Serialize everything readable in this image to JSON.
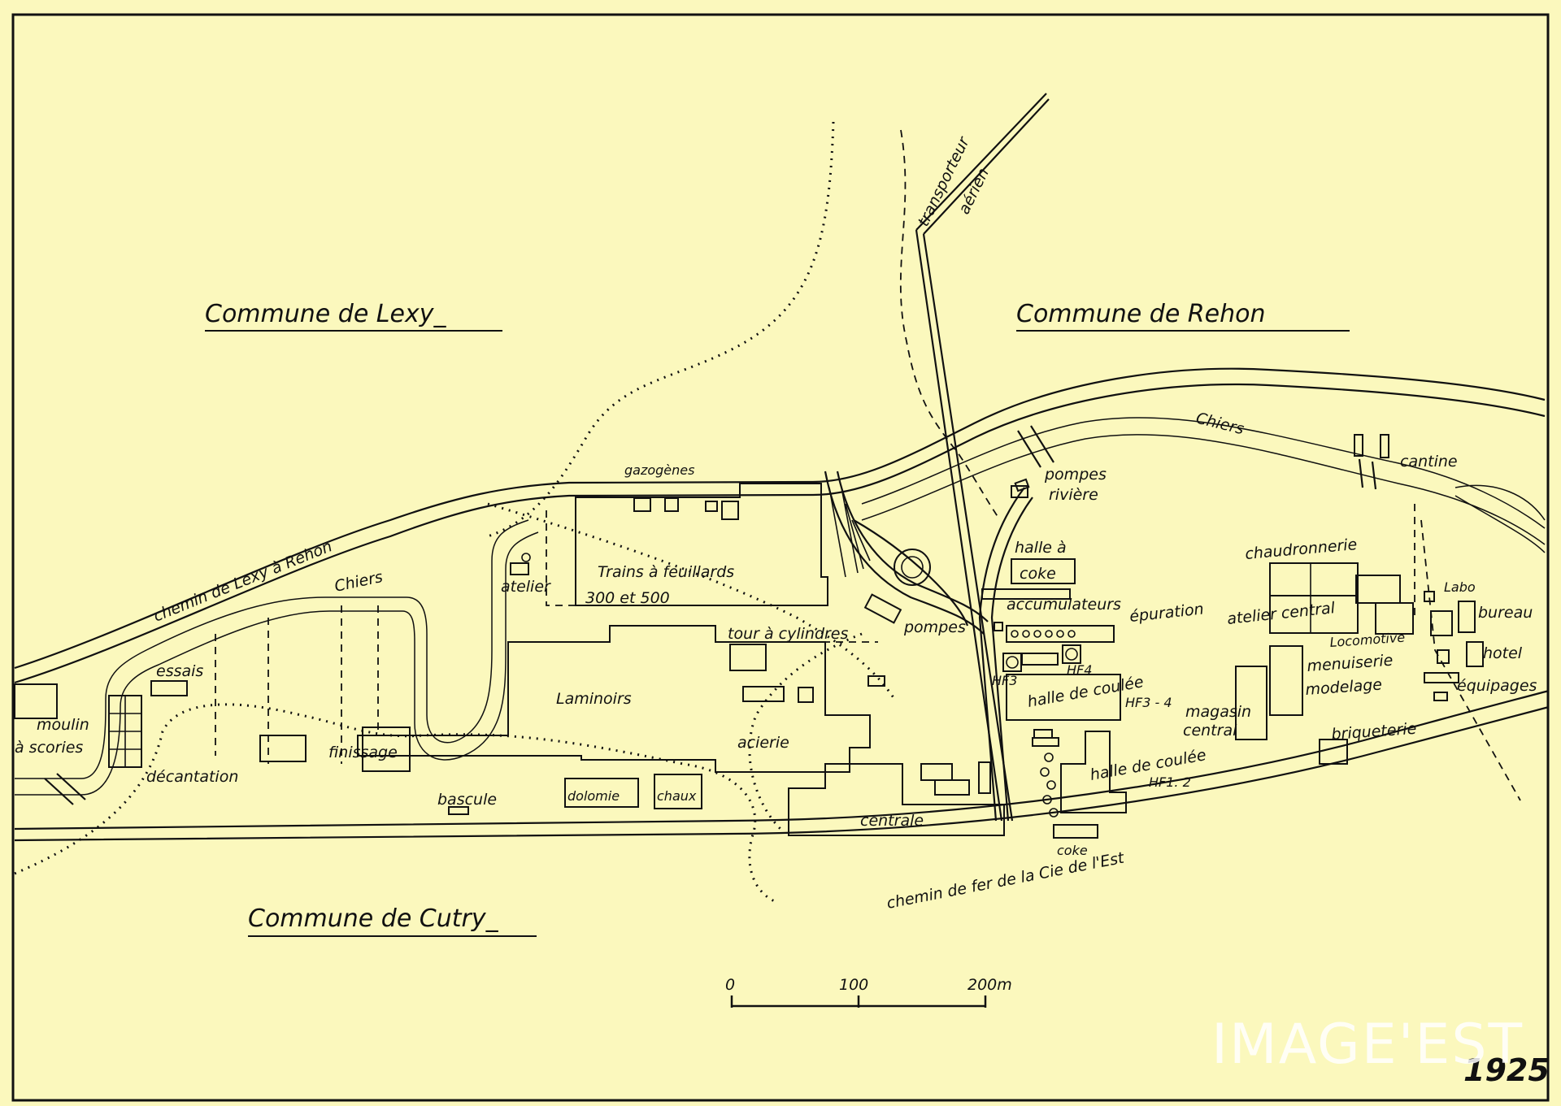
{
  "communes": {
    "lexy": "Commune de Lexy_",
    "rehon": "Commune de Rehon",
    "cutry": "Commune de Cutry_"
  },
  "roads": {
    "chemin_lexy_rehon": "chemin de Lexy à Rehon",
    "chemin_de_fer": "chemin de fer de la Cie de l'Est",
    "transporteur": "transporteur",
    "transporteur_2": "aérien"
  },
  "rivers": {
    "chiers_west": "Chiers",
    "chiers_east": "Chiers"
  },
  "labels": {
    "moulin": "moulin",
    "scories": "à scories",
    "essais": "essais",
    "decantation": "décantation",
    "finissage": "finissage",
    "atelier": "atelier",
    "gazogenes": "gazogènes",
    "trains": "Trains à feuillards",
    "trains_2": "300 et 500",
    "tour_cylindres": "tour à cylindres",
    "laminoirs": "Laminoirs",
    "acierie": "acierie",
    "bascule": "bascule",
    "dolomie": "dolomie",
    "chaux": "chaux",
    "centrale": "centrale",
    "pompes": "pompes",
    "pompes_riviere": "pompes",
    "pompes_riviere_2": "rivière",
    "halle_coke": "halle à",
    "halle_coke_2": "coke",
    "accumulateurs": "accumulateurs",
    "epuration": "épuration",
    "hf3": "HF3",
    "hf4": "HF4",
    "halle_coulee_34": "halle de coulée",
    "halle_coulee_34_2": "HF3 - 4",
    "halle_coulee_12": "halle de coulée",
    "halle_coulee_12_2": "HF1. 2",
    "coke_bottom": "coke",
    "chaudronnerie": "chaudronnerie",
    "atelier_central": "atelier central",
    "magasin_central": "magasin",
    "magasin_central_2": "central",
    "locomotive": "Locomotive",
    "menuiserie": "menuiserie",
    "modelage": "modelage",
    "briqueterie": "briqueterie",
    "cantine": "cantine",
    "labo": "Labo",
    "bureau": "bureau",
    "hotel": "hotel",
    "equipages": "équipages"
  },
  "scale_bar": {
    "tick_0": "0",
    "tick_100": "100",
    "tick_200": "200m"
  },
  "year": "1925",
  "watermark": "IMAGE'EST",
  "colors": {
    "paper": "#fbf8bd",
    "ink": "#111111"
  }
}
